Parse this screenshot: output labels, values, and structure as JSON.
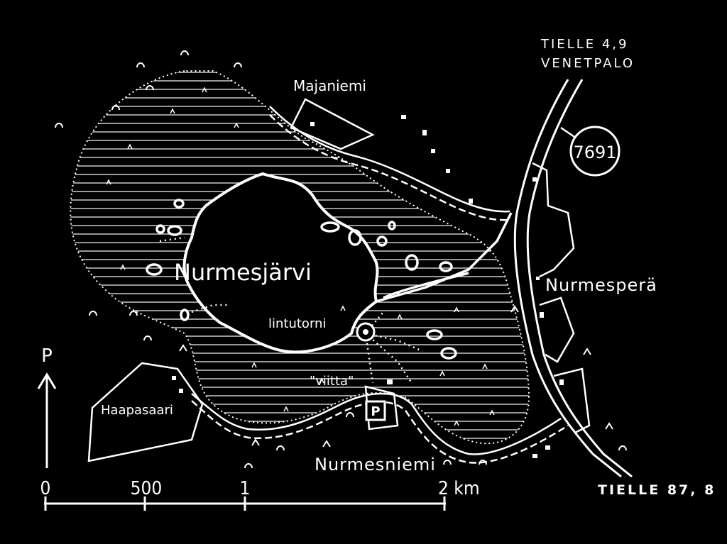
{
  "map": {
    "lake_name": "Nurmesjärvi",
    "places": {
      "majaniemi": "Majaniemi",
      "nurmespera": "Nurmesperä",
      "haapasaari": "Haapasaari",
      "nurmesniemi": "Nurmesniemi"
    },
    "features": {
      "bird_tower": "lintutorni",
      "signpost": "\"viitta\"",
      "parking": "P"
    },
    "roads": {
      "north_line1": "TIELLE 4,9",
      "north_line2": "VENETPALO",
      "south": "TIELLE 87, 8",
      "road_number": "7691"
    },
    "north_arrow": "P",
    "scale": {
      "labels": [
        "0",
        "500",
        "1",
        "2 km"
      ]
    },
    "colors": {
      "background": "#000000",
      "ink": "#ffffff"
    }
  }
}
